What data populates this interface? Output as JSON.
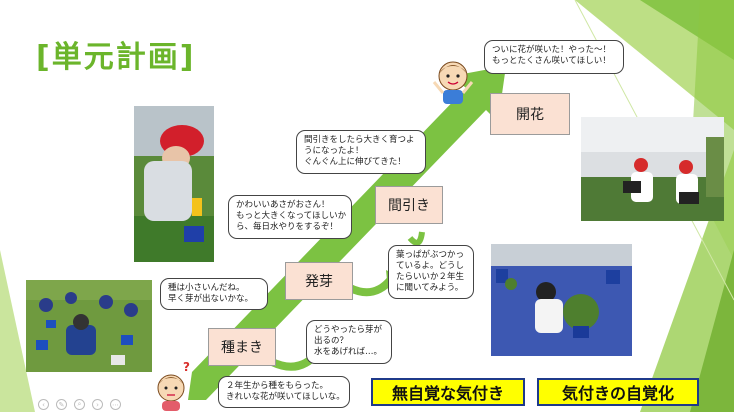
{
  "slide": {
    "title": "[単元計画]",
    "stages": {
      "seed": "種まき",
      "sprout": "発芽",
      "thin": "間引き",
      "bloom": "開花"
    },
    "bubbles": {
      "bloom_1": "ついに花が咲いた！やった～！",
      "bloom_2": "もっとたくさん咲いてほしい！",
      "thin_1": "間引きをしたら大きく育つよ",
      "thin_2": "うになったよ！",
      "thin_3": "ぐんぐん上に伸びてきた！",
      "cute_1": "かわいいあさがおさん！",
      "cute_2": "もっと大きくなってほしいか",
      "cute_3": "ら、毎日水やりをするぞ！",
      "leaf_1": "葉っぱがぶつかっ",
      "leaf_2": "ているよ。どうし",
      "leaf_3": "たらいいか２年生",
      "leaf_4": "に聞いてみよう。",
      "seedsmall_1": "種は小さいんだね。",
      "seedsmall_2": "早く芽が出ないかな。",
      "sprout_1": "どうやったら芽が",
      "sprout_2": "出るの？",
      "sprout_3": "水をあげれば…。",
      "gift_1": "２年生から種をもらった。",
      "gift_2": "きれいな花が咲いてほしいな。"
    },
    "tags": {
      "unconscious": "無自覚な気付き",
      "awareness": "気付きの自覚化"
    },
    "question_mark": "?",
    "colors": {
      "title": "#6bb52b",
      "arrow": "#7cc242",
      "stage_fill": "#fbe1d3",
      "tag_fill": "#ffff00",
      "tag_border": "#1f3a8a",
      "deco_green": "#8dc63f"
    }
  }
}
